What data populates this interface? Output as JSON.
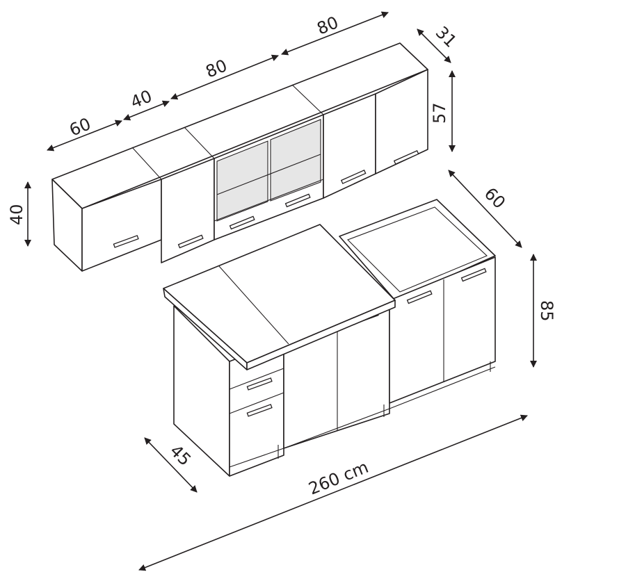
{
  "title": "Kitchen set dimension drawing",
  "dimensions": {
    "upper_cabinet_1_width": "60",
    "upper_cabinet_2_width": "40",
    "upper_cabinet_3_width": "80",
    "upper_cabinet_4_width": "80",
    "upper_depth": "31",
    "upper_tall_height": "57",
    "upper_short_height": "40",
    "base_depth_right": "60",
    "base_height": "85",
    "base_depth_left": "45",
    "total_width": "260 cm"
  }
}
